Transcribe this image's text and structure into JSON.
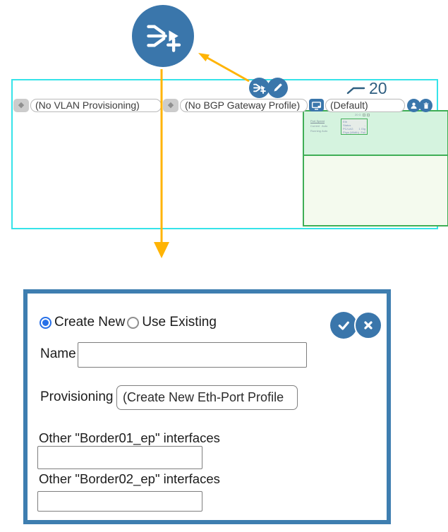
{
  "callout": {
    "interface_count": "20"
  },
  "panel": {
    "vlan_provisioning": "(No VLAN Provisioning)",
    "bgp_gateway": "(No BGP Gateway Profile)",
    "port_profile": "(Default)"
  },
  "mini_preview": {
    "top_note": "20 G",
    "title": "Port Speed",
    "row1_label": "Current",
    "row1_value": "Auto",
    "row2_label": "Running",
    "row2_value": "Auto",
    "box_title": "Eth",
    "box_row1_label": "Status",
    "box_row1_value": "-",
    "box_row2_label": "PC/LAG",
    "box_row2_value": "1 Gig",
    "box_row3_label": "Phys (Width)",
    "box_row3_value": "Full"
  },
  "dialog": {
    "create_new": "Create New",
    "use_existing": "Use Existing",
    "name_label": "Name",
    "name_value": "",
    "provisioning_label": "Provisioning",
    "provisioning_value": "(Create New Eth-Port Profile",
    "other1_label": "Other \"Border01_ep\" interfaces",
    "other1_value": "",
    "other2_label": "Other \"Border02_ep\" interfaces",
    "other2_value": ""
  },
  "colors": {
    "icon_blue": "#3A76AB",
    "cyan_border": "#36E3E9",
    "arrow_yellow": "#FFB404",
    "dialog_border": "#3E7EB0",
    "green_border": "#3FAE56",
    "radio_blue": "#2770E8"
  }
}
